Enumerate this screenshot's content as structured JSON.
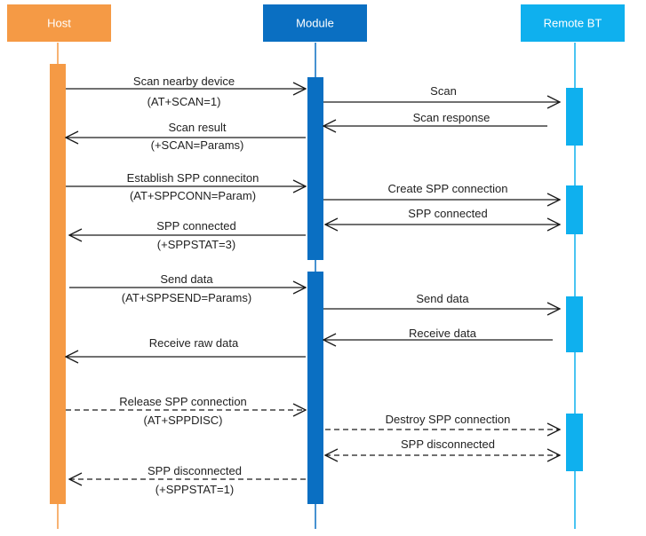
{
  "colors": {
    "host": "#F59A45",
    "module": "#0A6FC2",
    "remote": "#0FB0EE",
    "arrow": "#1a1a1a"
  },
  "participants": [
    {
      "id": "host",
      "label": "Host"
    },
    {
      "id": "module",
      "label": "Module"
    },
    {
      "id": "remote",
      "label": "Remote BT"
    }
  ],
  "messages": [
    {
      "id": "scan-request",
      "from": "host",
      "to": "module",
      "line1": "Scan nearby device",
      "line2": "(AT+SCAN=1)",
      "style": "solid"
    },
    {
      "id": "scan",
      "from": "module",
      "to": "remote",
      "line1": "Scan",
      "line2": "",
      "style": "solid"
    },
    {
      "id": "scan-response",
      "from": "remote",
      "to": "module",
      "line1": "Scan response",
      "line2": "",
      "style": "solid"
    },
    {
      "id": "scan-result",
      "from": "module",
      "to": "host",
      "line1": "Scan result",
      "line2": "(+SCAN=Params)",
      "style": "solid"
    },
    {
      "id": "establish-spp",
      "from": "host",
      "to": "module",
      "line1": "Establish SPP conneciton",
      "line2": "(AT+SPPCONN=Param)",
      "style": "solid"
    },
    {
      "id": "create-spp",
      "from": "module",
      "to": "remote",
      "line1": "Create SPP connection",
      "line2": "",
      "style": "solid"
    },
    {
      "id": "spp-connected-remote",
      "from": "module",
      "to": "remote",
      "line1": "SPP connected",
      "line2": "",
      "style": "solid",
      "bidirectional": true
    },
    {
      "id": "spp-connected-host",
      "from": "module",
      "to": "host",
      "line1": "SPP connected",
      "line2": "(+SPPSTAT=3)",
      "style": "solid"
    },
    {
      "id": "send-data-host",
      "from": "host",
      "to": "module",
      "line1": "Send data",
      "line2": "(AT+SPPSEND=Params)",
      "style": "solid"
    },
    {
      "id": "send-data-remote",
      "from": "module",
      "to": "remote",
      "line1": "Send data",
      "line2": "",
      "style": "solid"
    },
    {
      "id": "receive-data",
      "from": "remote",
      "to": "module",
      "line1": "Receive data",
      "line2": "",
      "style": "solid"
    },
    {
      "id": "receive-raw-data",
      "from": "module",
      "to": "host",
      "line1": "Receive raw data",
      "line2": "",
      "style": "solid"
    },
    {
      "id": "release-spp",
      "from": "host",
      "to": "module",
      "line1": "Release SPP connection",
      "line2": "(AT+SPPDISC)",
      "style": "dashed"
    },
    {
      "id": "destroy-spp",
      "from": "module",
      "to": "remote",
      "line1": "Destroy SPP connection",
      "line2": "",
      "style": "dashed"
    },
    {
      "id": "spp-disconnected-remote",
      "from": "module",
      "to": "remote",
      "line1": "SPP disconnected",
      "line2": "",
      "style": "dashed",
      "bidirectional": true
    },
    {
      "id": "spp-disconnected-host",
      "from": "module",
      "to": "host",
      "line1": "SPP disconnected",
      "line2": "(+SPPSTAT=1)",
      "style": "dashed"
    }
  ]
}
